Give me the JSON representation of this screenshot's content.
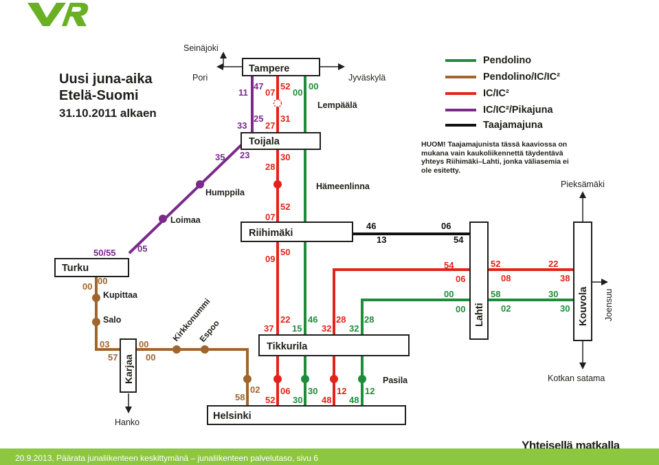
{
  "logo": {
    "text": "VR",
    "color": "#6ab023"
  },
  "title": {
    "line1": "Uusi juna-aika",
    "line2": "Etelä-Suomi",
    "line3": "31.10.2011 alkaen"
  },
  "legend": [
    {
      "label": "Pendolino",
      "color": "#1e8c3a"
    },
    {
      "label": "Pendolino/IC/IC²",
      "color": "#a0642d"
    },
    {
      "label": "IC/IC²",
      "color": "#e2231a"
    },
    {
      "label": "IC/IC²/Pikajuna",
      "color": "#7b2a8c"
    },
    {
      "label": "Taajamajuna",
      "color": "#111111"
    }
  ],
  "note": "HUOM! Taajamajunista tässä kaaviossa on mukana vain kaukoliikennettä täydentävä yhteys Riihimäki–Lahti, jonka väliasemia ei ole esitetty.",
  "stations": {
    "tampere": "Tampere",
    "toijala": "Toijala",
    "riihimaki": "Riihimäki",
    "tikkurila": "Tikkurila",
    "helsinki": "Helsinki",
    "turku": "Turku",
    "karjaa": "Karjaa",
    "lahti": "Lahti",
    "kouvola": "Kouvola"
  },
  "places": {
    "seinajoki": "Seinäjoki",
    "pori": "Pori",
    "jyvaskyla": "Jyväskylä",
    "lempaala": "Lempäälä",
    "hameenlinna": "Hämeenlinna",
    "humppila": "Humppila",
    "loimaa": "Loimaa",
    "kupittaa": "Kupittaa",
    "salo": "Salo",
    "kirkkonummi": "Kirkkonummi",
    "espoo": "Espoo",
    "hanko": "Hanko",
    "pasila": "Pasila",
    "pieksamaki": "Pieksämäki",
    "joensuu": "Joensuu",
    "kotkan_satama": "Kotkan satama"
  },
  "times": {
    "t_tampere_11": "11",
    "t_tampere_47": "47",
    "t_tampere_07": "07",
    "t_tampere_52": "52",
    "t_tampere_00a": "00",
    "t_tampere_00b": "00",
    "t_toijala_33": "33",
    "t_toijala_25": "25",
    "t_toijala_27": "27",
    "t_toijala_31": "31",
    "t_toijala_35": "35",
    "t_toijala_23": "23",
    "t_toijala_28": "28",
    "t_toijala_30": "30",
    "t_riihi_52": "52",
    "t_riihi_07": "07",
    "t_riihi_09": "09",
    "t_riihi_50": "50",
    "t_riihi_46": "46",
    "t_riihi_13": "13",
    "t_riihi_06": "06",
    "t_riihi_54": "54",
    "t_turku_5055": "50/55",
    "t_turku_05": "05",
    "t_turku_00a": "00",
    "t_turku_00b": "00",
    "t_karjaa_03": "03",
    "t_karjaa_57": "57",
    "t_karjaa_00a": "00",
    "t_karjaa_00b": "00",
    "t_tikk_37": "37",
    "t_tikk_22": "22",
    "t_tikk_15": "15",
    "t_tikk_46": "46",
    "t_tikk_28a": "28",
    "t_tikk_32a": "32",
    "t_tikk_32b": "32",
    "t_tikk_28b": "28",
    "t_hki_58": "58",
    "t_hki_02": "02",
    "t_hki_52": "52",
    "t_hki_06": "06",
    "t_hki_30a": "30",
    "t_hki_30b": "30",
    "t_hki_48a": "48",
    "t_hki_12": "12",
    "t_hki_48b": "48",
    "t_hki_12b": "12",
    "t_lahti_54": "54",
    "t_lahti_06": "06",
    "t_lahti_00a": "00",
    "t_lahti_00b": "00",
    "t_lahti_52": "52",
    "t_lahti_08": "08",
    "t_lahti_58": "58",
    "t_lahti_02": "02",
    "t_kouv_22": "22",
    "t_kouv_38": "38",
    "t_kouv_30a": "30",
    "t_kouv_30b": "30"
  },
  "footer": {
    "left": "20.9.2013, Päärata junaliikenteen keskittymänä – junaliikenteen palvelutaso, sivu 6",
    "right": "Yhteisellä matkalla"
  }
}
